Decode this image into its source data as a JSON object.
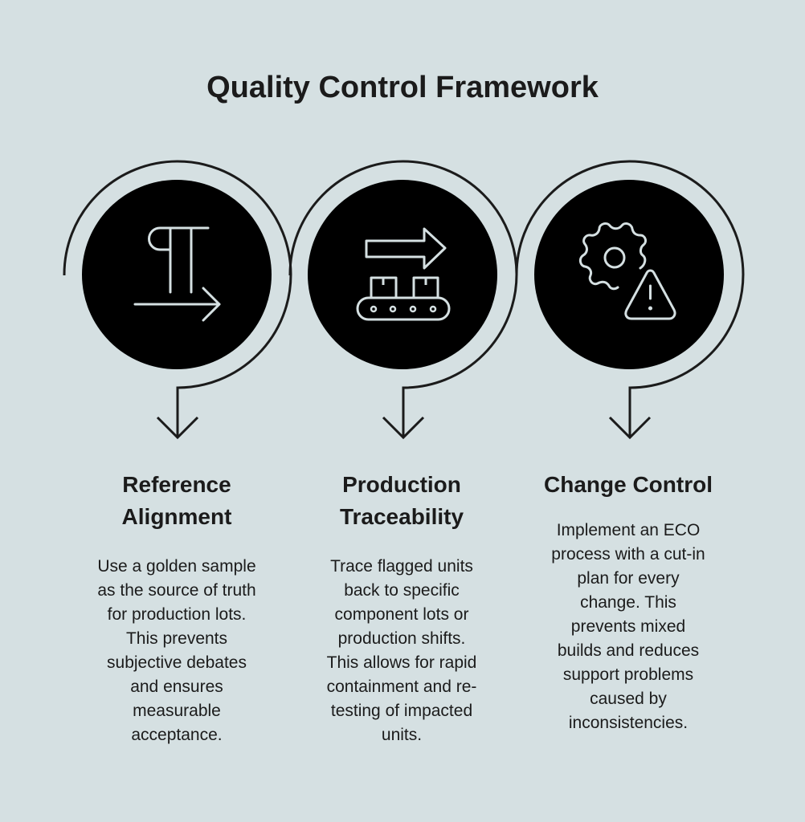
{
  "title": "Quality Control Framework",
  "colors": {
    "background": "#d5e0e2",
    "circle_fill": "#000000",
    "arc_stroke": "#1b1b1b",
    "icon_stroke": "#d5e0e2",
    "text": "#1b1b1b"
  },
  "steps": [
    {
      "icon": "pilcrow-arrow-icon",
      "heading_lines": [
        "Reference",
        "Alignment"
      ],
      "heading": "Reference Alignment",
      "body": "Use a golden sample as the source of truth for production lots. This prevents subjective debates and ensures measurable acceptance.",
      "body_lines": [
        "Use a golden sample",
        "as the source of truth",
        "for production lots.",
        "This prevents",
        "subjective debates",
        "and ensures",
        "measurable",
        "acceptance."
      ]
    },
    {
      "icon": "conveyor-belt-icon",
      "heading_lines": [
        "Production",
        "Traceability"
      ],
      "heading": "Production Traceability",
      "body": "Trace flagged units back to specific component lots or production shifts. This allows for rapid containment and re-testing of impacted units.",
      "body_lines": [
        "Trace flagged units",
        "back to specific",
        "component lots or",
        "production shifts.",
        "This allows for rapid",
        "containment and re-",
        "testing of impacted",
        "units."
      ]
    },
    {
      "icon": "gear-warning-icon",
      "heading_lines": [
        "Change Control"
      ],
      "heading": "Change Control",
      "body": "Implement an ECO process with a cut-in plan for every change. This prevents mixed builds and reduces support problems caused by inconsistencies.",
      "body_lines": [
        "Implement an ECO",
        "process with a cut-in",
        "plan for every",
        "change. This",
        "prevents mixed",
        "builds and reduces",
        "support problems",
        "caused by",
        "inconsistencies."
      ]
    }
  ]
}
